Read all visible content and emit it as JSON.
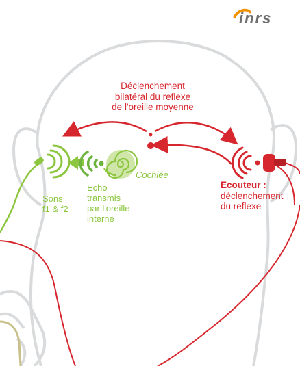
{
  "logo": {
    "text": "inrs"
  },
  "labels": {
    "reflex_title": [
      "Déclenchement",
      "bilatéral du reflexe",
      "de l'oreille moyenne"
    ],
    "cochlea": "Cochlée",
    "sounds": [
      "Sons",
      "f1 & f2"
    ],
    "echo": [
      "Echo",
      "transmis",
      "par l'oreille",
      "interne"
    ],
    "earphone_bold": "Ecouteur :",
    "earphone_rest": [
      "déclenchement",
      "du reflexe"
    ]
  },
  "colors": {
    "red": "#d7272e",
    "green": "#8cc63f",
    "outline": "#d8dadc",
    "head_fill": "#ffffff",
    "logo_orange": "#f29100",
    "logo_grey": "#6e6e6e"
  }
}
